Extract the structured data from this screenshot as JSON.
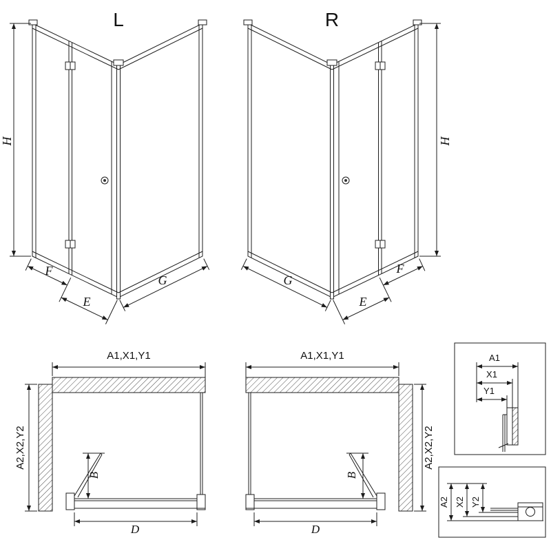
{
  "diagram": {
    "views": {
      "iso_left": {
        "label": "L",
        "height": "H",
        "dim_f": "F",
        "dim_e": "E",
        "dim_g": "G"
      },
      "iso_right": {
        "label": "R",
        "height": "H",
        "dim_f": "F",
        "dim_e": "E",
        "dim_g": "G"
      },
      "plan_left": {
        "width": "A1,X1,Y1",
        "depth": "A2,X2,Y2",
        "door_fold": "B",
        "entry": "D"
      },
      "plan_right": {
        "width": "A1,X1,Y1",
        "depth": "A2,X2,Y2",
        "door_fold": "B",
        "entry": "D"
      },
      "detail_top": {
        "a": "A1",
        "x": "X1",
        "y": "Y1"
      },
      "detail_bottom": {
        "a": "A2",
        "x": "X2",
        "y": "Y2"
      }
    },
    "colors": {
      "line": "#1c1c1c",
      "background": "#ffffff"
    }
  }
}
